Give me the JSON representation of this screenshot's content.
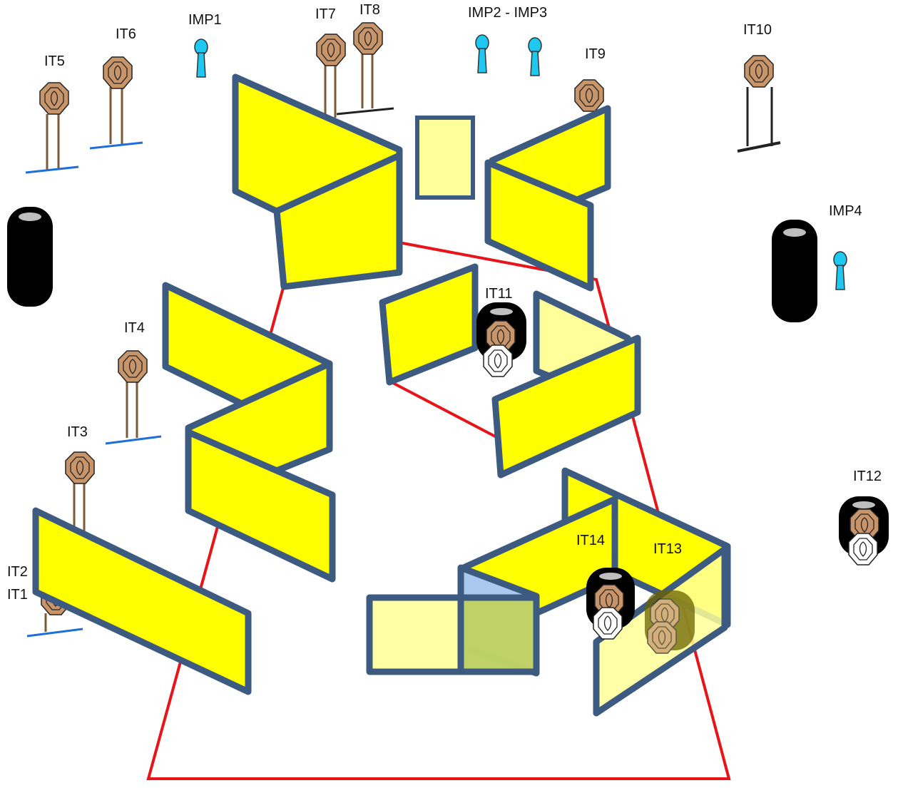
{
  "labels": {
    "it1": "IT1",
    "it2": "IT2",
    "it3": "IT3",
    "it4": "IT4",
    "it5": "IT5",
    "it6": "IT6",
    "it7": "IT7",
    "it8": "IT8",
    "it9": "IT9",
    "it10": "IT10",
    "it11": "IT11",
    "it12": "IT12",
    "it13": "IT13",
    "it14": "IT14",
    "imp1": "IMP1",
    "imp2_imp3": "IMP2 - IMP3",
    "imp4": "IMP4"
  },
  "colors": {
    "wall_face": "#ffff00",
    "wall_edge": "#3d5a80",
    "boundary": "#e8141a",
    "target": "#c8956a",
    "target_white": "#ffffff",
    "no_shoot": "#1ec8f0",
    "tire": "#000000",
    "stand": "#1e6fd9"
  }
}
